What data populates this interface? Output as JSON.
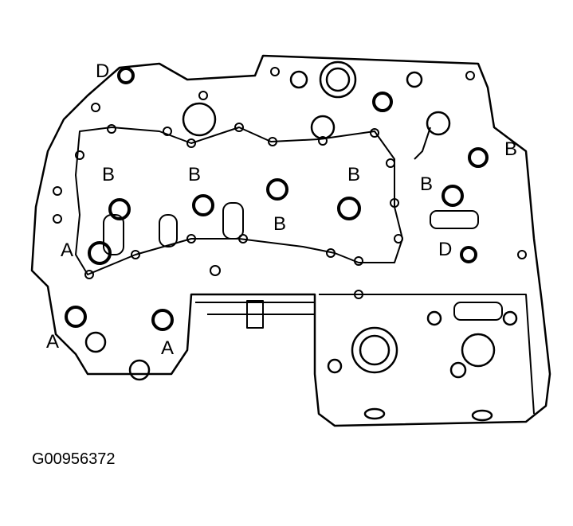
{
  "figure": {
    "caption": "G00956372",
    "labels": [
      {
        "id": "d-top-left",
        "text": "D"
      },
      {
        "id": "b-left",
        "text": "B"
      },
      {
        "id": "b-mid-left",
        "text": "B"
      },
      {
        "id": "b-mid-right",
        "text": "B"
      },
      {
        "id": "b-center",
        "text": "B"
      },
      {
        "id": "b-right-inner",
        "text": "B"
      },
      {
        "id": "b-right-outer",
        "text": "B"
      },
      {
        "id": "a-upper",
        "text": "A"
      },
      {
        "id": "a-lower-left",
        "text": "A"
      },
      {
        "id": "a-lower-mid",
        "text": "A"
      },
      {
        "id": "d-right",
        "text": "D"
      }
    ],
    "line_color": "#000000",
    "background": "#ffffff"
  }
}
